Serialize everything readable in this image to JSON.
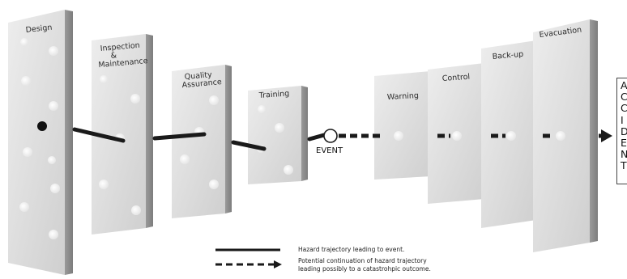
{
  "slices": [
    {
      "label": "Design"
    },
    {
      "label": "Inspection\n&\nMaintenance"
    },
    {
      "label": "Quality\nAssurance"
    },
    {
      "label": "Training"
    },
    {
      "label": "Warning"
    },
    {
      "label": "Control"
    },
    {
      "label": "Back-up"
    },
    {
      "label": "Evacuation"
    }
  ],
  "event_label": "EVENT",
  "outcome_letters": [
    "A",
    "C",
    "C",
    "I",
    "D",
    "E",
    "N",
    "T"
  ],
  "legend": {
    "solid_label": "Hazard trajectory leading to event.",
    "dashed_label_line1": "Potential continuation of hazard trajectory",
    "dashed_label_line2": "leading possibly to a catastrohpic outcome."
  }
}
